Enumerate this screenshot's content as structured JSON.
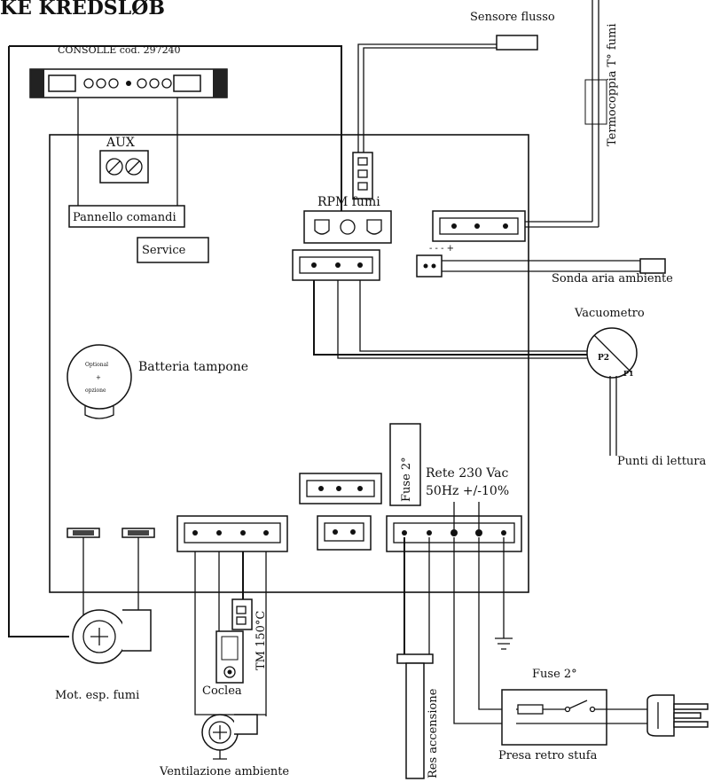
{
  "title": "KE KREDSLØB",
  "labels": {
    "consolle": "CONSOLLE cod. 297240",
    "aux": "AUX",
    "pannello": "Pannello comandi",
    "service": "Service",
    "rpm": "RPM fumi",
    "sensore": "Sensore flusso",
    "termocoppia": "Termocoppia T° fumi",
    "sonda_aria": "Sonda aria ambiente",
    "vacuometro": "Vacuometro",
    "p2": "P2",
    "p1": "P1",
    "punti": "Punti di lettura",
    "batteria": "Batteria tampone",
    "battery_inner_1": "Optional",
    "battery_inner_2": "+",
    "battery_inner_3": "opzione",
    "fuse_board": "Fuse 2°",
    "rete_1": "Rete 230 Vac",
    "rete_2": "50Hz +/-10%",
    "mot_esp": "Mot. esp. fumi",
    "tm": "TM 150°C",
    "coclea": "Coclea",
    "ventilazione": "Ventilazione ambiente",
    "res_accensione": "Res accensione",
    "fuse_plug": "Fuse 2°",
    "presa": "Presa retro stufa",
    "polarity": "- - - +"
  }
}
